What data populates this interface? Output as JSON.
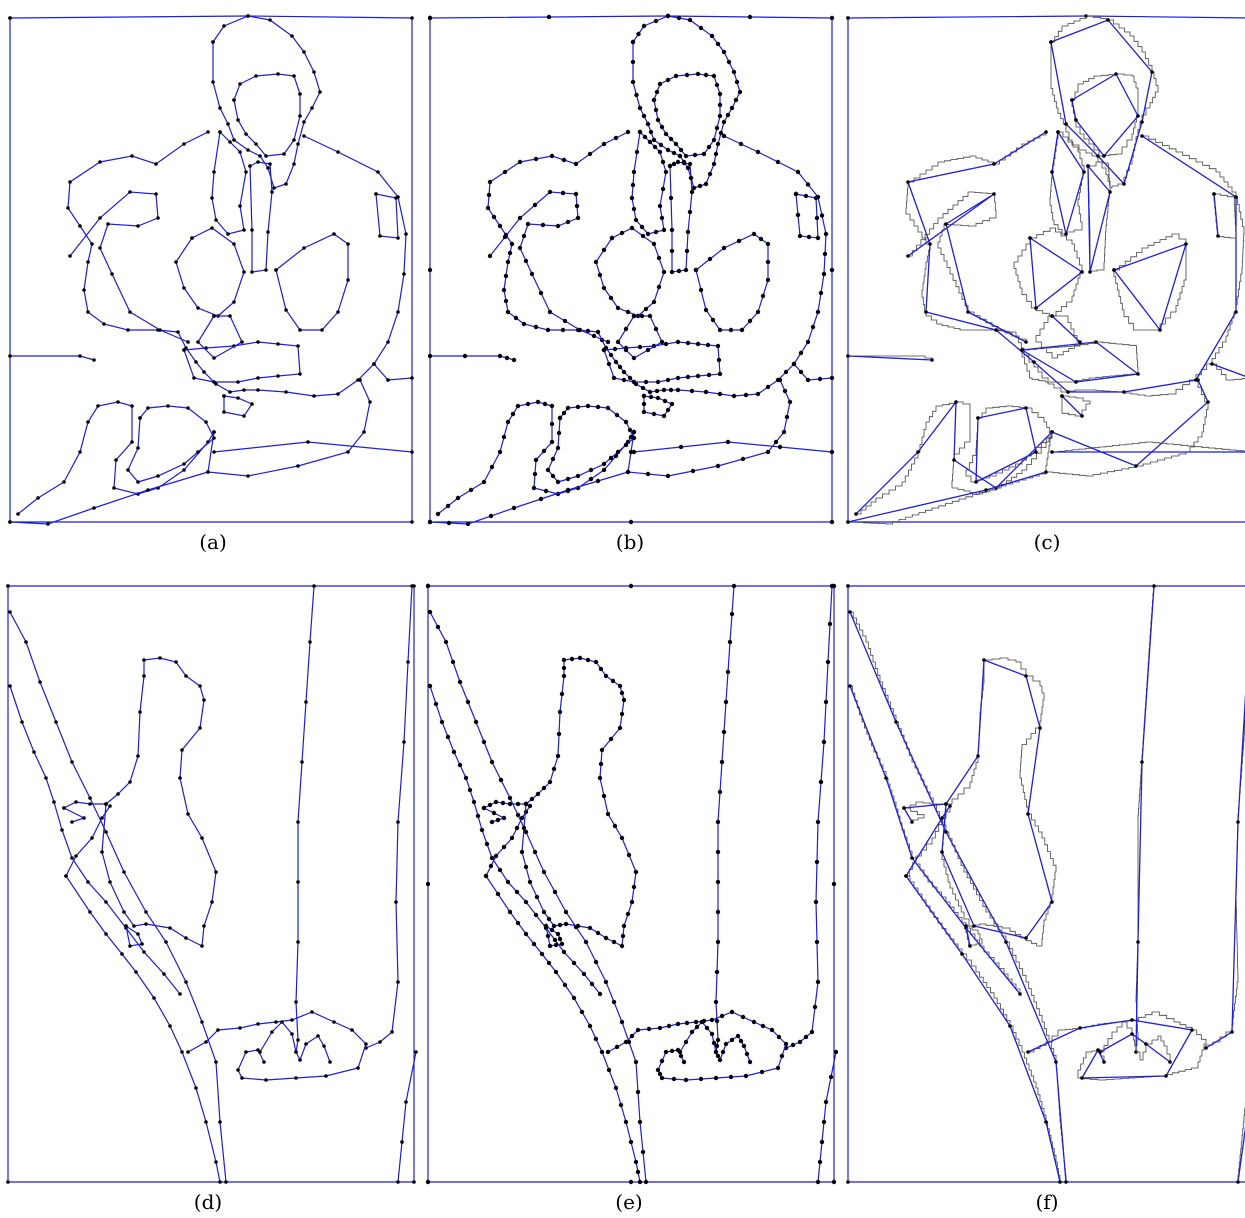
{
  "figure": {
    "captions": [
      "(a)",
      "(b)",
      "(c)",
      "(d)",
      "(e)",
      "(f)"
    ]
  },
  "colors": {
    "edge": "#1f1fd6",
    "thin_contour": "#444444",
    "vertex": "#000000",
    "background": "#ffffff"
  },
  "panels": [
    {
      "id": "a",
      "subject": "seated person",
      "style": "sparse-vertices"
    },
    {
      "id": "b",
      "subject": "seated person",
      "style": "dense-vertices"
    },
    {
      "id": "c",
      "subject": "seated person",
      "style": "staircase-overlay"
    },
    {
      "id": "d",
      "subject": "leg close-up",
      "style": "sparse-vertices"
    },
    {
      "id": "e",
      "subject": "leg close-up",
      "style": "dense-vertices"
    },
    {
      "id": "f",
      "subject": "leg close-up",
      "style": "staircase-overlay"
    }
  ]
}
